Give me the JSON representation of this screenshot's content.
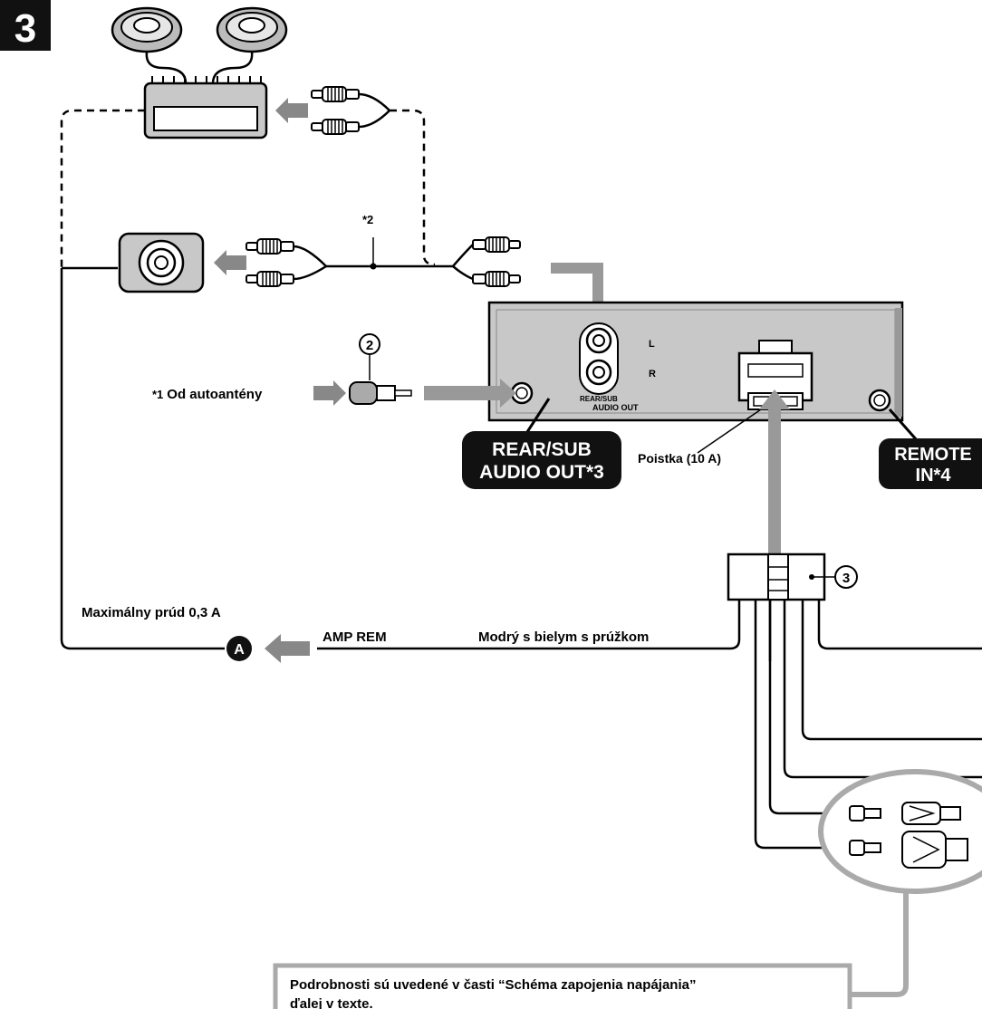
{
  "step": {
    "number": "3"
  },
  "labels": {
    "note2": "*2",
    "antenna_prefix": "*1",
    "antenna": "Od autoantény",
    "channel_l": "L",
    "channel_r": "R",
    "unit_out_line1": "REAR/SUB",
    "unit_out_line2": "AUDIO OUT",
    "rear_sub_line1": "REAR/SUB",
    "rear_sub_line2": "AUDIO OUT*3",
    "fuse": "Poistka (10 A)",
    "remote_line1": "REMOTE",
    "remote_line2": "IN*4",
    "max_current": "Maximálny prúd 0,3 A",
    "marker_a": "A",
    "amp_rem": "AMP REM",
    "wire_color": "Modrý s bielym s prúžkom",
    "callout_2": "2",
    "callout_3": "3"
  },
  "note_box": {
    "line1": "Podrobnosti sú uvedené v časti  “Schéma zapojenia  napájania”",
    "line2": "ďalej v texte."
  }
}
